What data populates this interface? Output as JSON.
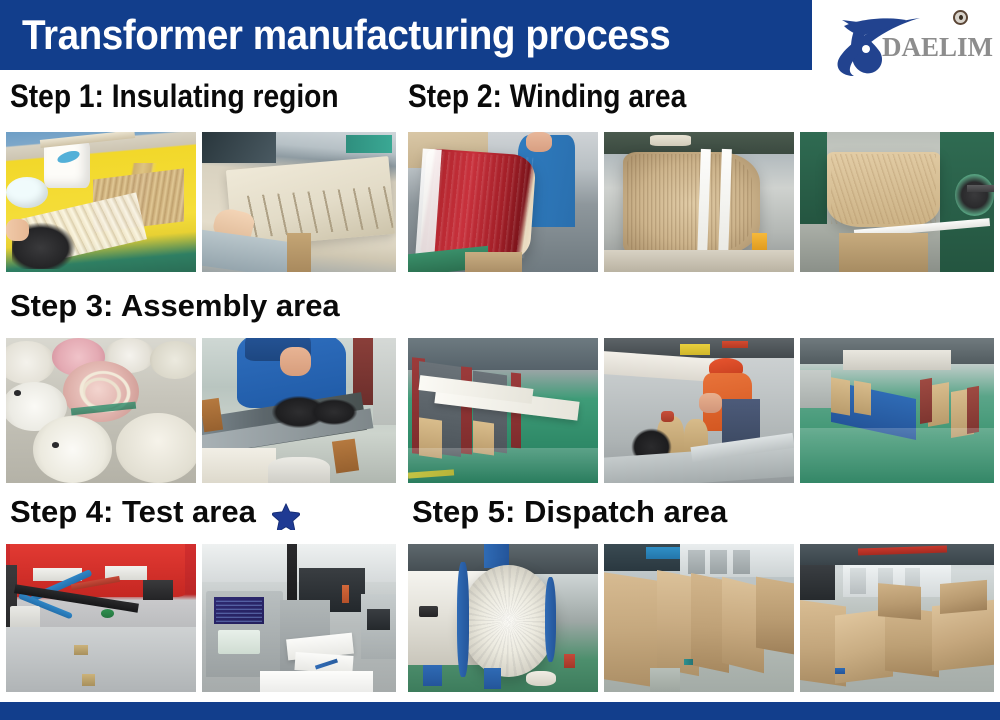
{
  "header": {
    "title": "Transformer manufacturing process",
    "bar_color": "#123E8C",
    "title_color": "#FFFFFF"
  },
  "logo": {
    "brand": "DAELIM",
    "mark_color": "#22438F",
    "text_color": "#8D8D8D",
    "trademark_symbol": "registered-mark"
  },
  "steps": [
    {
      "id": "step-1",
      "label": "Step 1: Insulating region",
      "has_star": false,
      "photos": [
        {
          "caption": "insulation-strips-on-yellow-worktable"
        },
        {
          "caption": "scored-pressboard-sheet-being-folded"
        }
      ]
    },
    {
      "id": "step-2",
      "label": "Step 2: Winding area",
      "has_star": false,
      "photos": [
        {
          "caption": "red-foil-winding-coil-on-machine"
        },
        {
          "caption": "kraft-paper-coil-with-white-straps"
        },
        {
          "caption": "paper-insulation-feeding-winding-machine"
        }
      ]
    },
    {
      "id": "step-3",
      "label": "Step 3: Assembly area",
      "has_star": false,
      "photos": [
        {
          "caption": "cable-spools-and-reels-on-floor"
        },
        {
          "caption": "worker-in-blue-uniform-stacking-core-laminations"
        },
        {
          "caption": "transformer-frames-lined-up-on-green-floor"
        },
        {
          "caption": "worker-in-orange-with-red-helmet-assembling-core"
        },
        {
          "caption": "rows-of-assembled-transformers-in-workshop"
        }
      ]
    },
    {
      "id": "step-4",
      "label": "Step 4: Test area",
      "has_star": true,
      "star_color": "#1F3A93",
      "photos": [
        {
          "caption": "red-test-rig-with-blue-hoses"
        },
        {
          "caption": "test-control-consoles-in-laboratory"
        }
      ]
    },
    {
      "id": "step-5",
      "label": "Step 5:  Dispatch area",
      "has_star": false,
      "photos": [
        {
          "caption": "white-vacuum-pressure-autoclave-vessel"
        },
        {
          "caption": "rows-of-wooden-crates-in-warehouse"
        },
        {
          "caption": "packed-plywood-crates-ready-for-shipping"
        }
      ]
    }
  ],
  "footer": {
    "bar_color": "#123E8C"
  }
}
